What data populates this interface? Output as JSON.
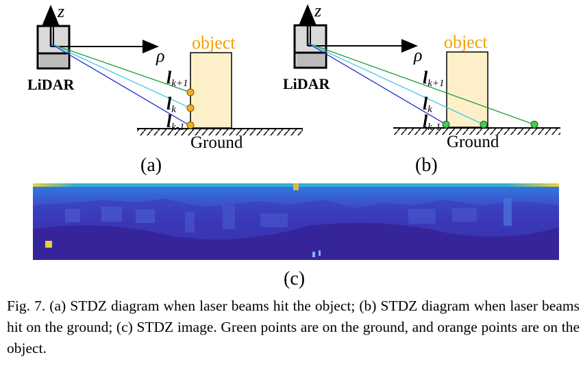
{
  "panels": {
    "a": {
      "sublabel": "(a)",
      "lidar_label": "LiDAR",
      "object_label": "object",
      "ground_label": "Ground",
      "axis_z": "z",
      "axis_rho": "ρ",
      "beams": [
        {
          "letter": "l",
          "sub": "k+1"
        },
        {
          "letter": "l",
          "sub": "k"
        },
        {
          "letter": "l",
          "sub": "k-1"
        }
      ],
      "point_color": "#f0b020"
    },
    "b": {
      "sublabel": "(b)",
      "lidar_label": "LiDAR",
      "object_label": "object",
      "ground_label": "Ground",
      "axis_z": "z",
      "axis_rho": "ρ",
      "beams": [
        {
          "letter": "l",
          "sub": "k+1"
        },
        {
          "letter": "l",
          "sub": "k"
        },
        {
          "letter": "l",
          "sub": "k-1"
        }
      ],
      "point_color": "#44cc55"
    },
    "c": {
      "sublabel": "(c)"
    }
  },
  "colors": {
    "beam_green": "#1a9a3a",
    "beam_cyan": "#40c8e0",
    "beam_blue": "#1a2ad0",
    "object_fill": "#fdf0c8",
    "stdz_bg": "#3f2db0"
  },
  "caption": {
    "text": "Fig. 7.   (a) STDZ diagram when laser beams hit the object; (b) STDZ diagram when laser beams hit on the ground; (c) STDZ image. Green points are on the ground, and orange points are on the object."
  }
}
